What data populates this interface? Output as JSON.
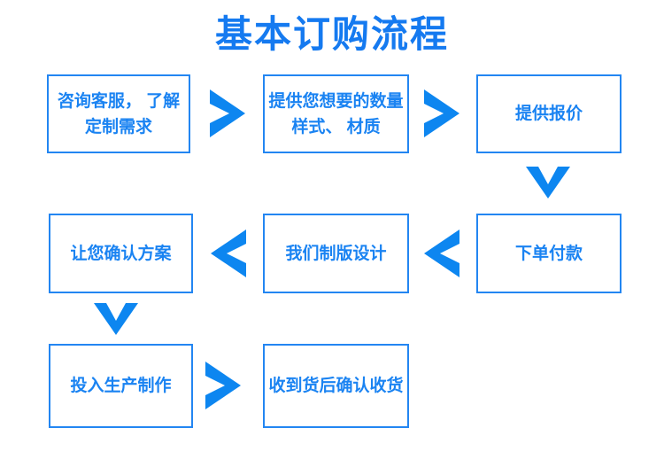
{
  "title": "基本订购流程",
  "colors": {
    "title": "#157AF0",
    "box_border": "#2386F2",
    "box_text": "#1A83F2",
    "arrow": "#0D86F0",
    "background": "#FFFFFF"
  },
  "flow": {
    "boxes": [
      {
        "id": "step-1",
        "lines": [
          "咨询客服， 了解",
          "定制需求"
        ]
      },
      {
        "id": "step-2",
        "lines": [
          "提供您想要的数量",
          "样式、 材质"
        ]
      },
      {
        "id": "step-3",
        "lines": [
          "提供报价"
        ]
      },
      {
        "id": "step-4",
        "lines": [
          "下单付款"
        ]
      },
      {
        "id": "step-5",
        "lines": [
          "我们制版设计"
        ]
      },
      {
        "id": "step-6",
        "lines": [
          "让您确认方案"
        ]
      },
      {
        "id": "step-7",
        "lines": [
          "投入生产制作"
        ]
      },
      {
        "id": "step-8",
        "lines": [
          "收到货后确认收货"
        ]
      }
    ],
    "arrow_icons": {
      "right": "chevron-right",
      "left": "chevron-left",
      "down": "chevron-down"
    }
  }
}
